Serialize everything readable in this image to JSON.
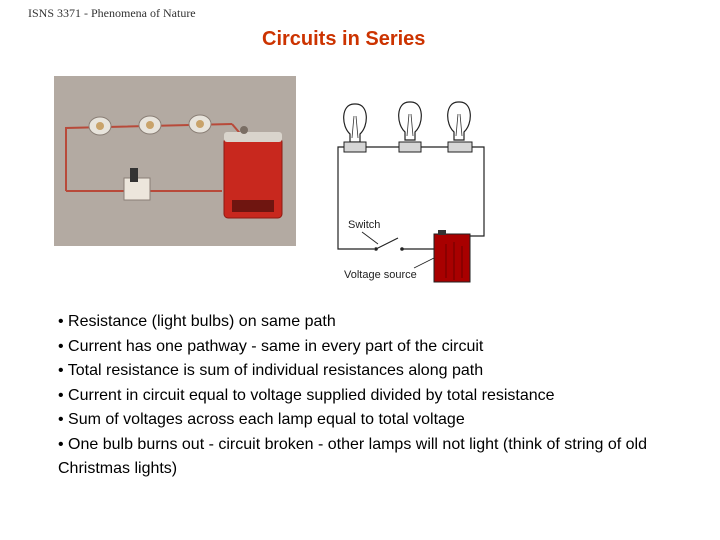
{
  "header": {
    "course": "ISNS 3371 - Phenomena of Nature"
  },
  "title": "Circuits in Series",
  "schematic": {
    "switch_label": "Switch",
    "source_label": "Voltage source"
  },
  "bullets": [
    "• Resistance (light bulbs) on same path",
    "• Current has one pathway - same in every part of the circuit",
    "• Total resistance is sum of individual resistances along path",
    "• Current in circuit equal to voltage supplied divided by total resistance",
    "• Sum of voltages across each lamp equal to total voltage",
    "• One bulb burns out - circuit broken - other lamps will not light (think of string of old Christmas lights)"
  ],
  "colors": {
    "title": "#cc3300",
    "photo_background": "#b3aaa2",
    "battery": "#c8281e",
    "wire": "#b84a3a"
  }
}
